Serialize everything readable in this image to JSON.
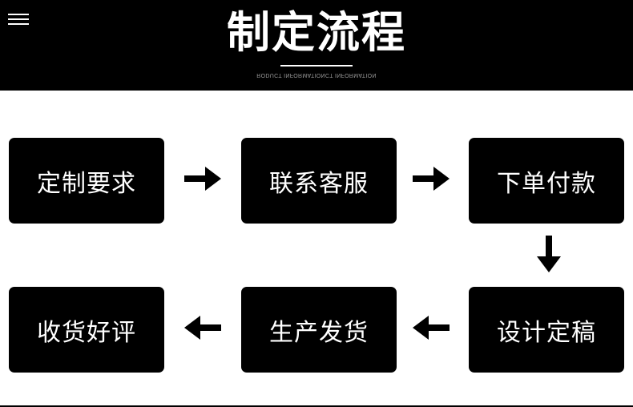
{
  "header": {
    "title": "制定流程",
    "subtitle": "RODUCT INFORMATIONCT INFORMATION"
  },
  "steps": [
    {
      "label": "定制要求"
    },
    {
      "label": "联系客服"
    },
    {
      "label": "下单付款"
    },
    {
      "label": "设计定稿"
    },
    {
      "label": "生产发货"
    },
    {
      "label": "收货好评"
    }
  ],
  "icons": {
    "menu": "hamburger-menu-icon",
    "right": "arrow-right-icon",
    "down": "arrow-down-icon",
    "left": "arrow-left-icon"
  },
  "colors": {
    "box": "#000000",
    "text": "#ffffff",
    "background": "#ffffff"
  }
}
